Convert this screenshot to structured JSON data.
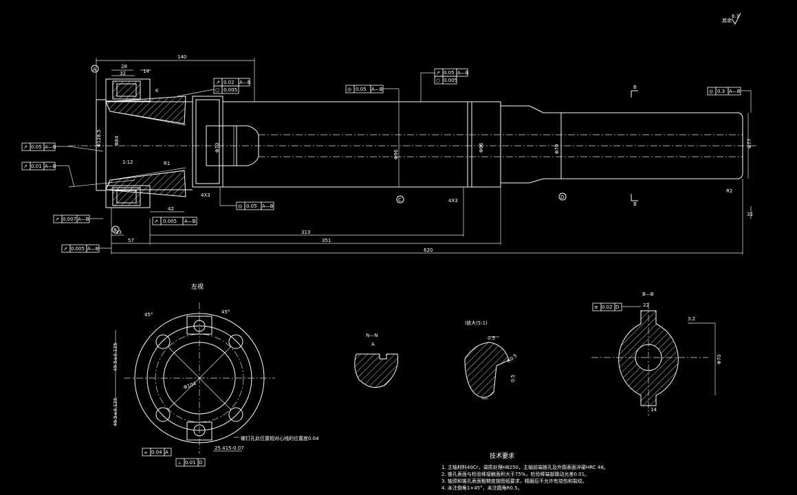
{
  "colors": {
    "background": "#000000",
    "lines": "#ffffff"
  },
  "corner_note": {
    "text": "其余",
    "roughness": "6.3"
  },
  "dims": {
    "d140": "140",
    "d28": "28",
    "d32": "32",
    "d14": "14",
    "d313": "313",
    "d351": "351",
    "d620": "620",
    "d57": "57",
    "d13": "13",
    "d42": "42",
    "d4x3a": "4X3",
    "d4x3b": "4X3",
    "phi_left": "Φ128.5",
    "phi_inner": "Φ84",
    "phi_mid": "Φ70",
    "phi_b": "Φ96",
    "phi_end": "Φ77",
    "taper": "1:12",
    "r_val": "R1",
    "k_label": "K",
    "r2": "R2"
  },
  "tolerances": {
    "t1a": "0.02",
    "t1b": "A—B",
    "t2": "0.005",
    "t3a": "0.05",
    "t3b": "A—B",
    "t4a": "0.05",
    "t4b": "A—B",
    "t4c": "0.005",
    "t5a": "0.3",
    "t5b": "A—B",
    "t6a": "0.05",
    "t6b": "A—B",
    "t7a": "0.01",
    "t7b": "A—B",
    "t8a": "0.007",
    "t8b": "A—B",
    "t9a": "0.005",
    "t9b": "A—B",
    "t10a": "0.005",
    "t10b": "A—B",
    "t11a": "0.05",
    "t11b": "A—B",
    "t12a": "0.04",
    "t12b": "A",
    "t13a": "0.01",
    "t13b": "D",
    "t14a": "0.02",
    "t14b": "D"
  },
  "datums": {
    "a": "A",
    "b": "B",
    "d": "D"
  },
  "labels": {
    "view_a": "A",
    "view_b": "B",
    "section_cc": "C",
    "section_dd": "D",
    "left_view": "左视",
    "nn_title": "N—N",
    "detail_title": "I放大(5:1)",
    "bb_title": "B—B",
    "dim_bb": "22",
    "dim_bb2": "14",
    "dim_r": "3.2",
    "bolt_note": "螺钉孔此位置相对心线的位置度0.04",
    "angle_a": "45°",
    "angle_b": "45°",
    "dim_453": "49.5±0.125",
    "dim_454": "49.5±0.125",
    "dim_25": "25.415-0.07",
    "dim_phi_pcd": "Φ104",
    "detail_d": "0.5",
    "detail_r": "R0.5"
  },
  "tech": {
    "title": "技术要求",
    "lines": [
      "1. 主轴材料40Cr，调质处理HB250，主轴前端锥孔及外圆表面淬硬HRC 48。",
      "2. 锥孔表面与检验棒接触面积大于75%，检验棒端部跳动允差0.01。",
      "3. 轴颈和锥孔表面粗糙度按图纸要求，精磨后不允许有烧伤和裂纹。",
      "4. 未注倒角1×45°，未注圆角R0.5。"
    ]
  }
}
